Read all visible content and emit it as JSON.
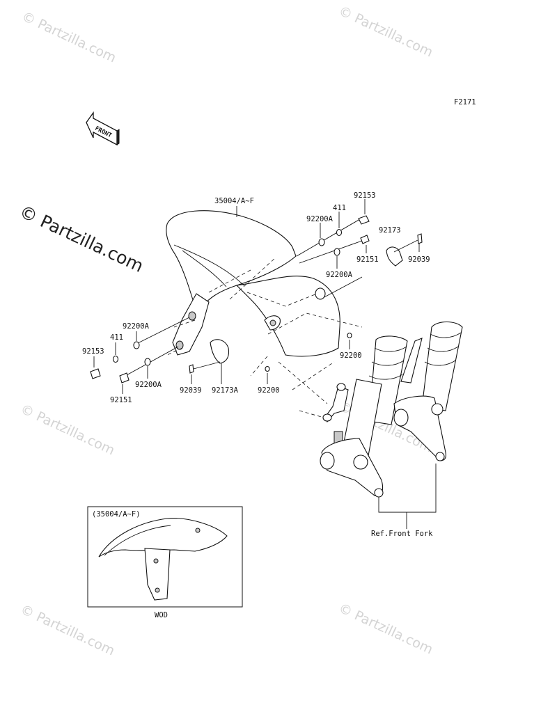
{
  "watermark": {
    "text": "© Partzilla.com"
  },
  "diagram": {
    "code": "F2171",
    "front_arrow_text": "FRONT",
    "parts": {
      "fender": "35004/A~F",
      "bolt_top_right": "92153",
      "collar_top_right": "411",
      "washer_top_right": "92200A",
      "clamp_right": "92173",
      "screw_right": "92039",
      "bolt_right_lower": "92151",
      "washer_right_lower": "92200A",
      "nut_right": "92200",
      "washer_left_upper": "92200A",
      "collar_left": "411",
      "bolt_left_upper": "92153",
      "washer_left_lower": "92200A",
      "bolt_left_lower": "92151",
      "screw_left": "92039",
      "clamp_left": "92173A",
      "nut_left": "92200"
    },
    "ref_label": "Ref.Front Fork",
    "inset": {
      "title": "(35004/A~F)",
      "caption": "WOD"
    }
  }
}
